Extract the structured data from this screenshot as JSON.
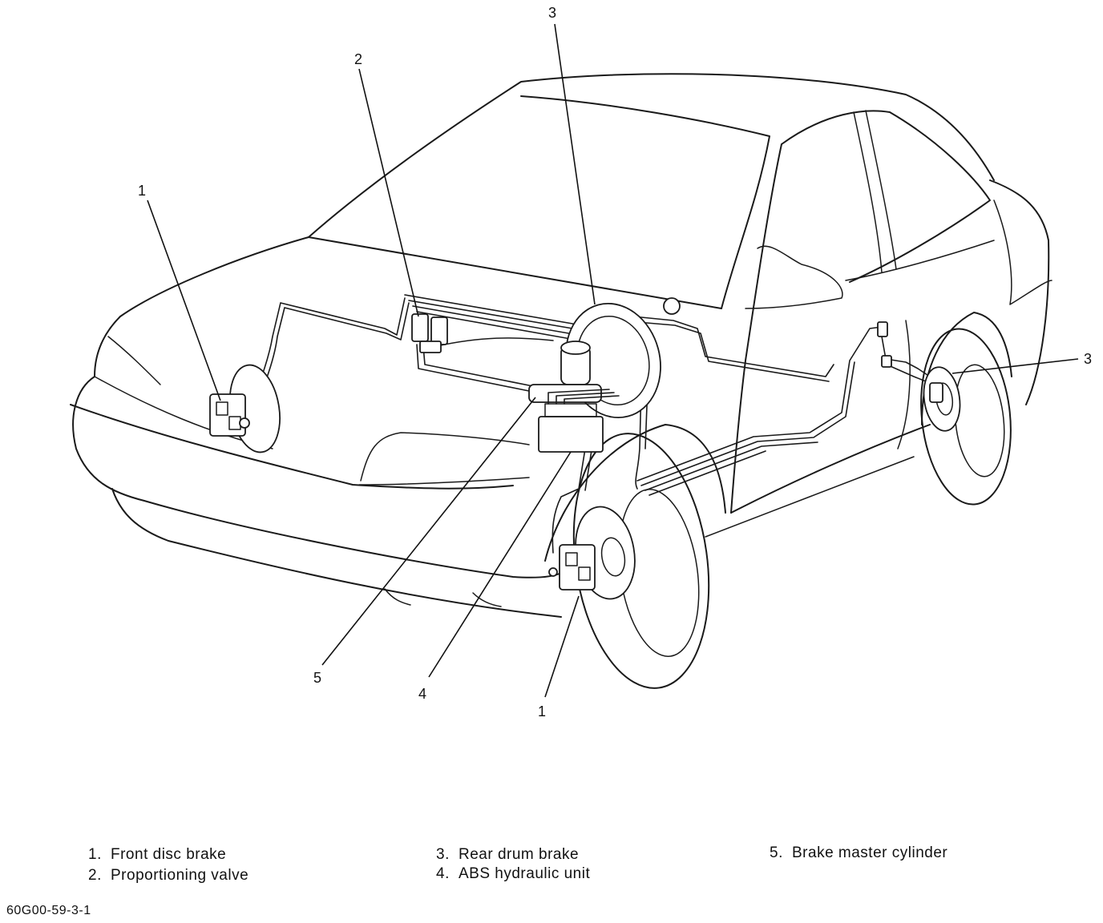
{
  "callouts": [
    {
      "id": "front-left-brake",
      "num": "1"
    },
    {
      "id": "proportioning-valve",
      "num": "2"
    },
    {
      "id": "rear-brake-upper",
      "num": "3"
    },
    {
      "id": "rear-brake-right",
      "num": "3"
    },
    {
      "id": "master-cylinder",
      "num": "5"
    },
    {
      "id": "abs-unit",
      "num": "4"
    },
    {
      "id": "front-right-brake",
      "num": "1"
    }
  ],
  "legend": [
    {
      "num": "1.",
      "label": "Front disc brake"
    },
    {
      "num": "2.",
      "label": "Proportioning valve"
    },
    {
      "num": "3.",
      "label": "Rear drum brake"
    },
    {
      "num": "4.",
      "label": "ABS hydraulic unit"
    },
    {
      "num": "5.",
      "label": "Brake master cylinder"
    }
  ],
  "figure_code": "60G00-59-3-1"
}
